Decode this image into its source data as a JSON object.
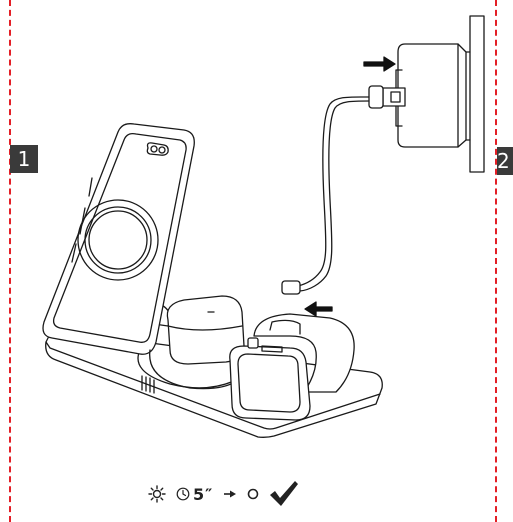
{
  "steps": {
    "first_number": "1",
    "second_number": "2"
  },
  "status": {
    "duration_text": "5″",
    "light_icon": "sun-rays-icon",
    "timer_icon": "clock-icon",
    "result_icon": "circle-icon",
    "success_icon": "checkmark-icon"
  },
  "colors": {
    "divider": "#e31f26",
    "badge": "#3a3a3a",
    "line": "#1a1a1a"
  }
}
